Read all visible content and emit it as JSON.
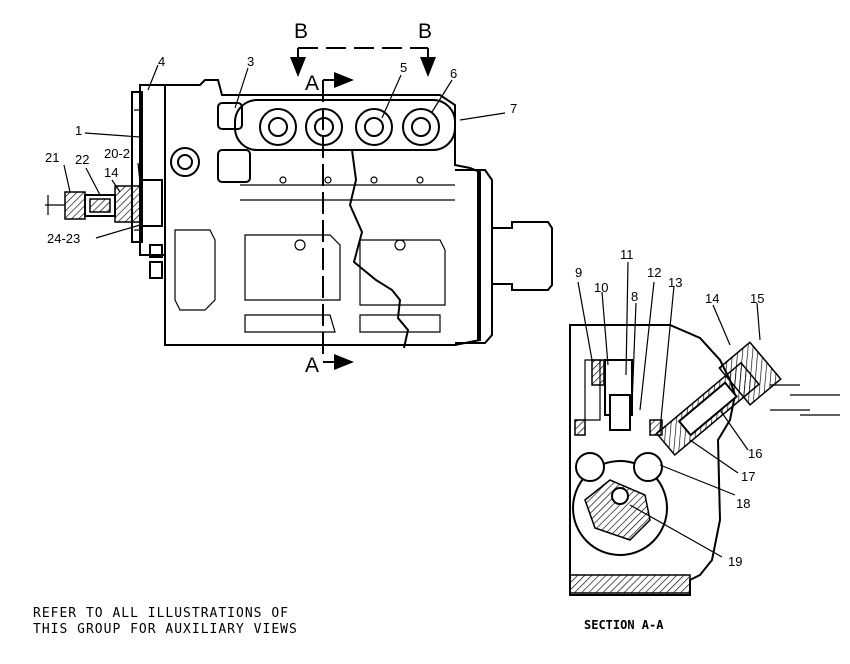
{
  "section_markers": {
    "b_left": "B",
    "b_right": "B",
    "a_top": "A",
    "a_bottom": "A"
  },
  "callouts": [
    "1",
    "3",
    "4",
    "5",
    "6",
    "7",
    "14",
    "20-2",
    "21",
    "22",
    "24-23",
    "8",
    "9",
    "10",
    "11",
    "12",
    "13",
    "14",
    "15",
    "16",
    "17",
    "18",
    "19"
  ],
  "footnote": {
    "line1": "REFER TO ALL ILLUSTRATIONS OF",
    "line2": "THIS GROUP FOR AUXILIARY VIEWS"
  },
  "section_caption": "SECTION A-A"
}
